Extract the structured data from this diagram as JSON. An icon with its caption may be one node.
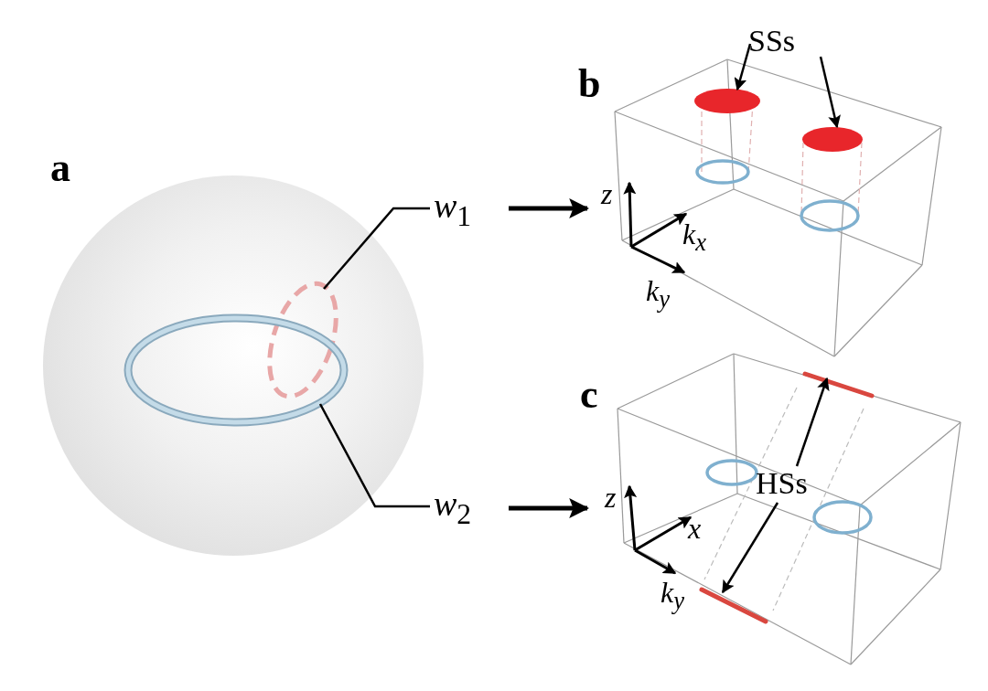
{
  "diagram": {
    "nodes": [
      {
        "text": [],
        "shape": "circle"
      },
      {
        "text": [],
        "shape": "circle",
        "in": 0
      },
      {
        "text": [],
        "shape": "circle",
        "in": 0
      },
      {
        "text": [
          "*w*$_{1}$"
        ]
      },
      {
        "text": [
          "*w*$_{2}$"
        ]
      },
      {
        "text": [],
        "shape": "box"
      },
      {
        "text": [
          "SSs"
        ]
      },
      {
        "text": [],
        "shape": "circle",
        "in": 5
      },
      {
        "text": [],
        "shape": "circle",
        "in": 5
      },
      {
        "text": [],
        "shape": "box"
      },
      {
        "text": [
          "HSs"
        ],
        "in": 9
      },
      {
        "text": [],
        "shape": "bar",
        "in": 9
      },
      {
        "text": [],
        "shape": "bar",
        "in": 9
      }
    ],
    "edges": [
      {
        "from": 3,
        "to": 1,
        "arrow": "none"
      },
      {
        "from": 4,
        "to": 2,
        "arrow": "none"
      },
      {
        "from": 3,
        "to": 5,
        "arrow": "to",
        "style": "thick"
      },
      {
        "from": 4,
        "to": 9,
        "arrow": "to",
        "style": "thick"
      },
      {
        "from": 6,
        "to": 7,
        "arrow": "to"
      },
      {
        "from": 6,
        "to": 8,
        "arrow": "to"
      },
      {
        "from": 10,
        "to": 11,
        "arrow": "to"
      },
      {
        "from": 10,
        "to": 12,
        "arrow": "to"
      }
    ],
    "labels": [
      "a",
      "b",
      "c",
      "z",
      "*k*$_{x}$",
      "*k*$_{y}$",
      "z",
      "x",
      "*k*$_{y}$"
    ]
  }
}
